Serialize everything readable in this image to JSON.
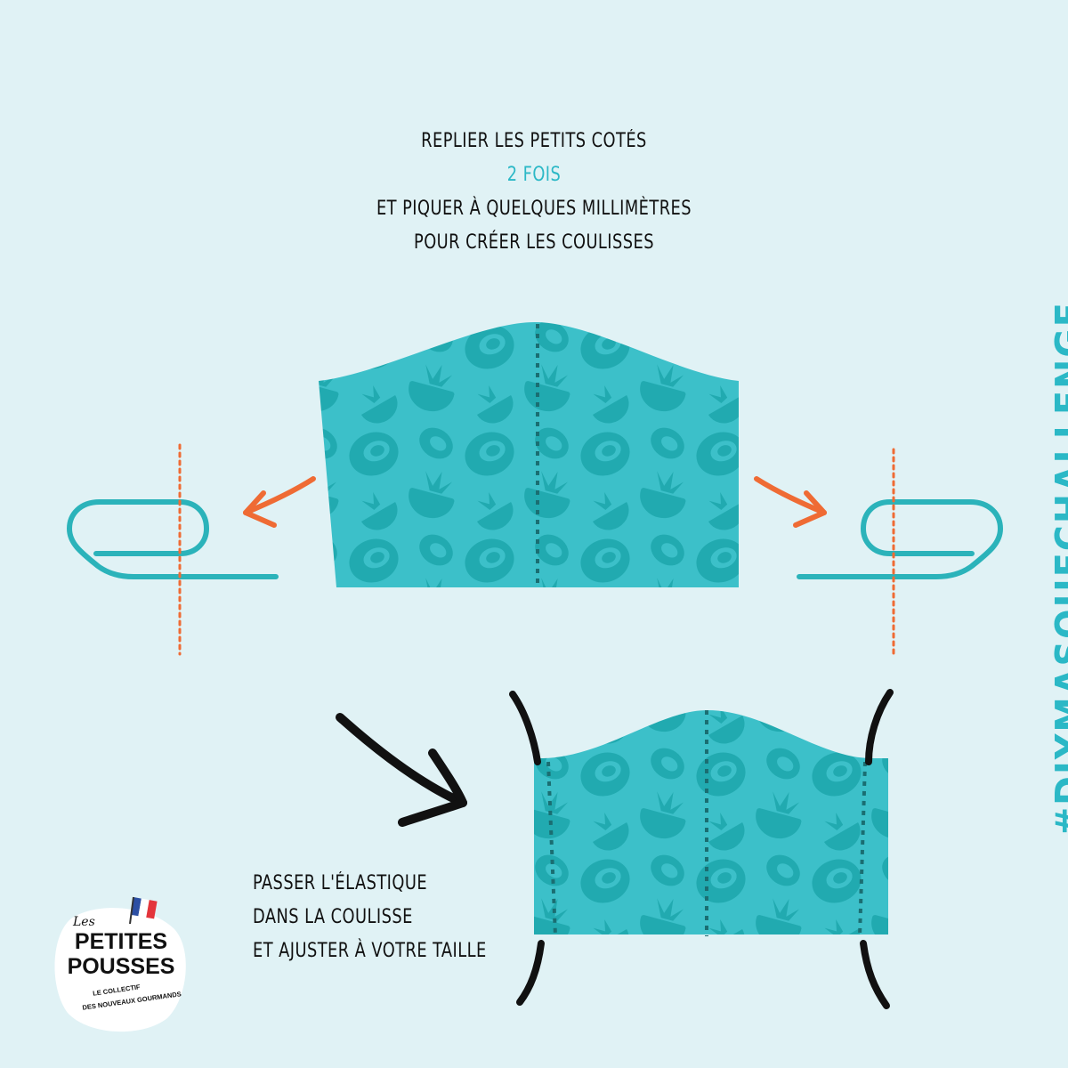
{
  "instructions_top": {
    "line1": "REPLIER LES PETITS COTÉS",
    "line2": "2 FOIS",
    "line3": "ET PIQUER À QUELQUES MILLIMÈTRES",
    "line4": "POUR CRÉER LES COULISSES"
  },
  "instructions_bottom": {
    "line1": "PASSER L'ÉLASTIQUE",
    "line2": "DANS LA COULISSE",
    "line3": "ET AJUSTER À VOTRE TAILLE"
  },
  "hashtag": "#DIYMASQUECHALLENGE",
  "logo": {
    "word_les": "Les",
    "word_petites": "PETITES",
    "word_pousses": "POUSSES",
    "tagline_1": "LE COLLECTIF",
    "tagline_2": "DES NOUVEAUX GOURMANDS"
  },
  "colors": {
    "background": "#e0f2f5",
    "fabric": "#3cc0c9",
    "pattern": "#1fa8ae",
    "fold_line": "#2bb3ba",
    "stitch_orange": "#ef6b34",
    "elastic": "#111111",
    "accent_text": "#2bb8c6"
  }
}
